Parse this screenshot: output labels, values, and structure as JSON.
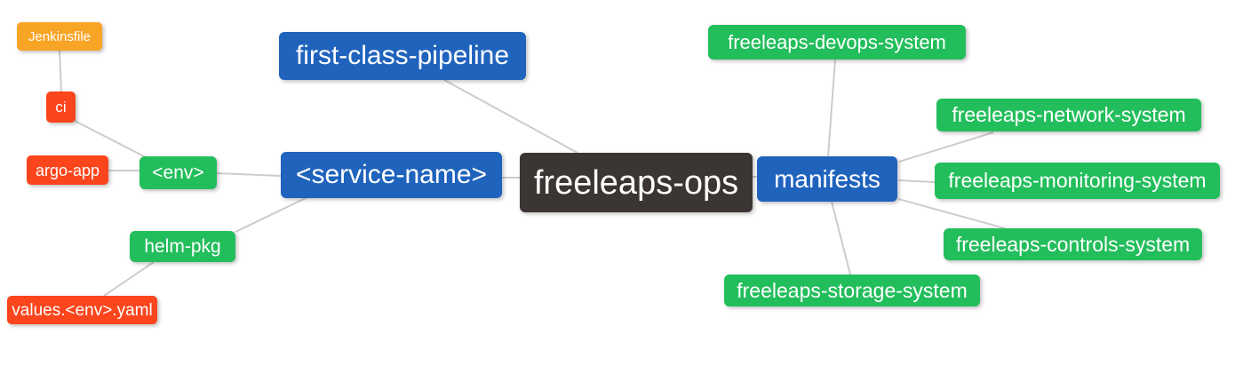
{
  "diagram": {
    "type": "mindmap",
    "root_label": "freeleaps-ops"
  },
  "nodes": {
    "jenkinsfile": {
      "label": "Jenkinsfile",
      "color": "#F8A425"
    },
    "ci": {
      "label": "ci",
      "color": "#FB451C"
    },
    "argo_app": {
      "label": "argo-app",
      "color": "#FB451C"
    },
    "env": {
      "label": "<env>",
      "color": "#23BE5C"
    },
    "helm_pkg": {
      "label": "helm-pkg",
      "color": "#23BE5C"
    },
    "values_env_yaml": {
      "label": "values.<env>.yaml",
      "color": "#FB451C"
    },
    "first_class_pipeline": {
      "label": "first-class-pipeline",
      "color": "#1F63BD"
    },
    "service_name": {
      "label": "<service-name>",
      "color": "#1F63BD"
    },
    "freeleaps_ops": {
      "label": "freeleaps-ops",
      "color": "#3B3633"
    },
    "manifests": {
      "label": "manifests",
      "color": "#1F63BD"
    },
    "devops_system": {
      "label": "freeleaps-devops-system",
      "color": "#23BE5C"
    },
    "network_system": {
      "label": "freeleaps-network-system",
      "color": "#23BE5C"
    },
    "monitoring_system": {
      "label": "freeleaps-monitoring-system",
      "color": "#23BE5C"
    },
    "controls_system": {
      "label": "freeleaps-controls-system",
      "color": "#23BE5C"
    },
    "storage_system": {
      "label": "freeleaps-storage-system",
      "color": "#23BE5C"
    }
  },
  "edges": [
    {
      "from": "jenkinsfile",
      "to": "ci"
    },
    {
      "from": "ci",
      "to": "env"
    },
    {
      "from": "argo_app",
      "to": "env"
    },
    {
      "from": "env",
      "to": "service_name"
    },
    {
      "from": "helm_pkg",
      "to": "service_name"
    },
    {
      "from": "values_env_yaml",
      "to": "helm_pkg"
    },
    {
      "from": "first_class_pipeline",
      "to": "freeleaps_ops"
    },
    {
      "from": "service_name",
      "to": "freeleaps_ops"
    },
    {
      "from": "freeleaps_ops",
      "to": "manifests"
    },
    {
      "from": "manifests",
      "to": "devops_system"
    },
    {
      "from": "manifests",
      "to": "network_system"
    },
    {
      "from": "manifests",
      "to": "monitoring_system"
    },
    {
      "from": "manifests",
      "to": "controls_system"
    },
    {
      "from": "manifests",
      "to": "storage_system"
    }
  ],
  "colors": {
    "background": "#FFFFFF",
    "edge_line": "#CCCCCC",
    "node_text": "#FFFFFF",
    "orange": "#F8A425",
    "red": "#FB451C",
    "green": "#23BE5C",
    "blue": "#1F63BD",
    "dark": "#3B3633"
  }
}
